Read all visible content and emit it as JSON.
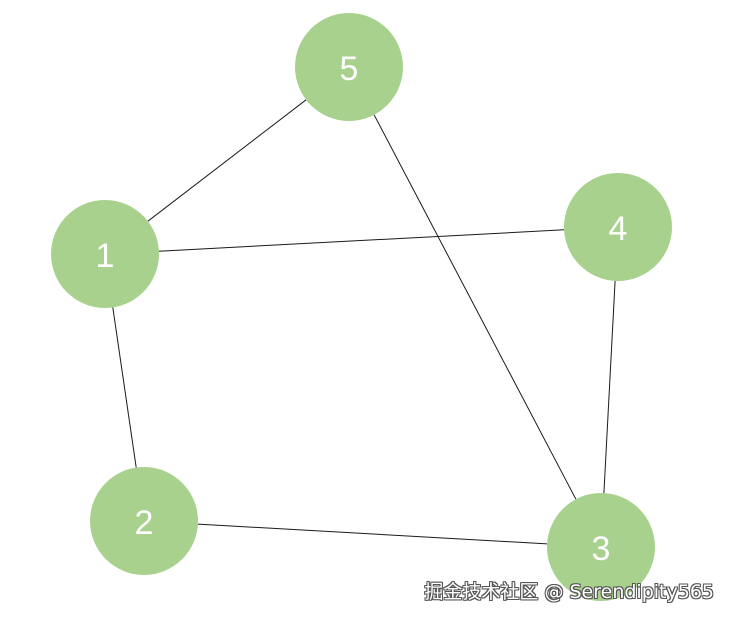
{
  "graph": {
    "node_color": "#a8d18d",
    "label_color": "#ffffff",
    "edge_color": "#1a1a1a",
    "nodes": [
      {
        "id": "1",
        "label": "1"
      },
      {
        "id": "2",
        "label": "2"
      },
      {
        "id": "3",
        "label": "3"
      },
      {
        "id": "4",
        "label": "4"
      },
      {
        "id": "5",
        "label": "5"
      }
    ],
    "edges": [
      {
        "from": "1",
        "to": "5"
      },
      {
        "from": "1",
        "to": "4"
      },
      {
        "from": "1",
        "to": "2"
      },
      {
        "from": "2",
        "to": "3"
      },
      {
        "from": "5",
        "to": "3"
      },
      {
        "from": "4",
        "to": "3"
      }
    ]
  },
  "watermark": {
    "text": "掘金技术社区 @ Serendipity565"
  }
}
